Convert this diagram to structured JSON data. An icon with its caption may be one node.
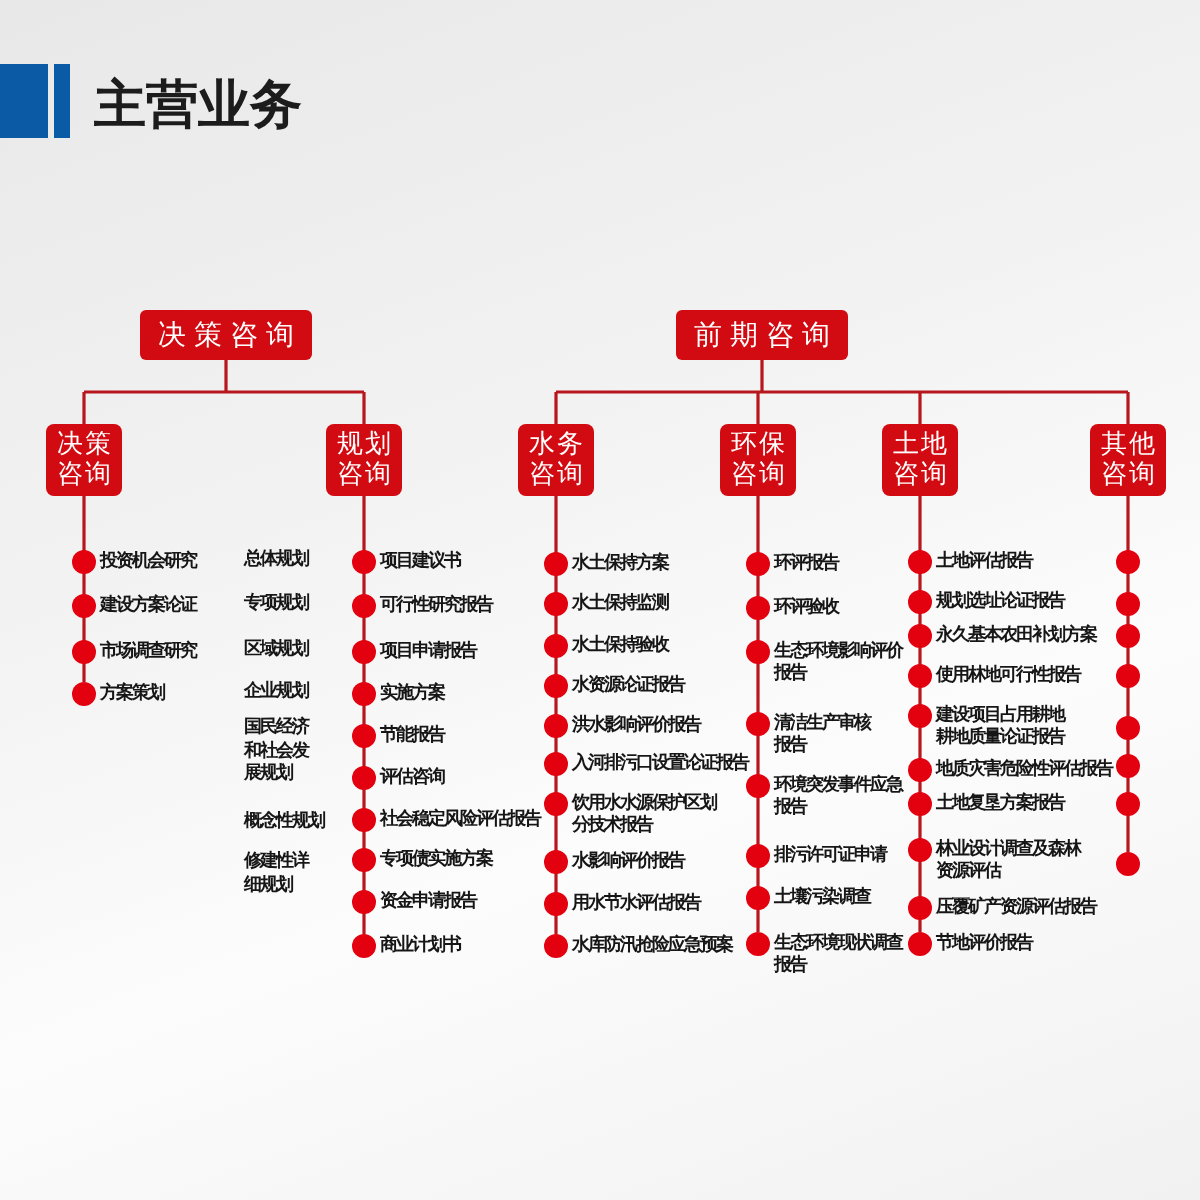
{
  "diagram": {
    "title": "主营业务",
    "nodes": [
      {
        "text": [
          "决策咨询"
        ]
      },
      {
        "text": [
          "前期咨询"
        ]
      },
      {
        "text": [
          "决策咨询"
        ]
      },
      {
        "text": [
          "规划咨询"
        ]
      },
      {
        "text": [
          "水务咨询"
        ]
      },
      {
        "text": [
          "环保咨询"
        ]
      },
      {
        "text": [
          "土地咨询"
        ]
      },
      {
        "text": [
          "其他咨询"
        ]
      },
      {
        "text": [
          "投资机会研究"
        ]
      },
      {
        "text": [
          "建设方案论证"
        ]
      },
      {
        "text": [
          "市场调查研究"
        ]
      },
      {
        "text": [
          "方案策划"
        ]
      },
      {
        "text": [
          "项目建议书"
        ]
      },
      {
        "text": [
          "可行性研究报告"
        ]
      },
      {
        "text": [
          "项目申请报告"
        ]
      },
      {
        "text": [
          "实施方案"
        ]
      },
      {
        "text": [
          "节能报告"
        ]
      },
      {
        "text": [
          "评估咨询"
        ]
      },
      {
        "text": [
          "社会稳定风险评估报告"
        ]
      },
      {
        "text": [
          "专项债实施方案"
        ]
      },
      {
        "text": [
          "资金申请报告"
        ]
      },
      {
        "text": [
          "商业计划书"
        ]
      },
      {
        "text": [
          "水土保持方案"
        ]
      },
      {
        "text": [
          "水土保持监测"
        ]
      },
      {
        "text": [
          "水土保持验收"
        ]
      },
      {
        "text": [
          "水资源论证报告"
        ]
      },
      {
        "text": [
          "洪水影响评价报告"
        ]
      },
      {
        "text": [
          "入河排污口设置论证报告"
        ]
      },
      {
        "text": [
          "饮用水水源保护区划分技术报告"
        ]
      },
      {
        "text": [
          "水影响评价报告"
        ]
      },
      {
        "text": [
          "用水节水评估报告"
        ]
      },
      {
        "text": [
          "水库防汛抢险应急预案"
        ]
      },
      {
        "text": [
          "环评报告"
        ]
      },
      {
        "text": [
          "环评验收"
        ]
      },
      {
        "text": [
          "生态环境影响评价报告"
        ]
      },
      {
        "text": [
          "清洁生产审核报告"
        ]
      },
      {
        "text": [
          "环境突发事件应急报告"
        ]
      },
      {
        "text": [
          "排污许可证申请"
        ]
      },
      {
        "text": [
          "土壤污染调查"
        ]
      },
      {
        "text": [
          "生态环境现状调查报告"
        ]
      },
      {
        "text": [
          "土地评估报告"
        ]
      },
      {
        "text": [
          "规划选址论证报告"
        ]
      },
      {
        "text": [
          "永久基本农田补划方案"
        ]
      },
      {
        "text": [
          "使用林地可行性报告"
        ]
      },
      {
        "text": [
          "建设项目占用耕地耕地质量论证报告"
        ]
      },
      {
        "text": [
          "地质灾害危险性评估报告"
        ]
      },
      {
        "text": [
          "土地复垦方案报告"
        ]
      },
      {
        "text": [
          "林业设计调查及森林资源评估"
        ]
      },
      {
        "text": [
          "压覆矿产资源评估报告"
        ]
      },
      {
        "text": [
          "节地评价报告"
        ]
      },
      {
        "text": [],
        "shape": "circle"
      },
      {
        "text": [],
        "shape": "circle"
      },
      {
        "text": [],
        "shape": "circle"
      },
      {
        "text": [],
        "shape": "circle"
      },
      {
        "text": [],
        "shape": "circle"
      },
      {
        "text": [],
        "shape": "circle"
      },
      {
        "text": [],
        "shape": "circle"
      },
      {
        "text": [],
        "shape": "circle"
      }
    ],
    "edges": [
      {
        "from": 0,
        "to": 2,
        "arrow": "none"
      },
      {
        "from": 0,
        "to": 3,
        "arrow": "none"
      },
      {
        "from": 1,
        "to": 4,
        "arrow": "none"
      },
      {
        "from": 1,
        "to": 5,
        "arrow": "none"
      },
      {
        "from": 1,
        "to": 6,
        "arrow": "none"
      },
      {
        "from": 1,
        "to": 7,
        "arrow": "none"
      },
      {
        "from": 2,
        "to": 8,
        "arrow": "none"
      },
      {
        "from": 2,
        "to": 9,
        "arrow": "none"
      },
      {
        "from": 2,
        "to": 10,
        "arrow": "none"
      },
      {
        "from": 2,
        "to": 11,
        "arrow": "none"
      },
      {
        "from": 3,
        "to": 12,
        "arrow": "none"
      },
      {
        "from": 3,
        "to": 13,
        "arrow": "none"
      },
      {
        "from": 3,
        "to": 14,
        "arrow": "none"
      },
      {
        "from": 3,
        "to": 15,
        "arrow": "none"
      },
      {
        "from": 3,
        "to": 16,
        "arrow": "none"
      },
      {
        "from": 3,
        "to": 17,
        "arrow": "none"
      },
      {
        "from": 3,
        "to": 18,
        "arrow": "none"
      },
      {
        "from": 3,
        "to": 19,
        "arrow": "none"
      },
      {
        "from": 3,
        "to": 20,
        "arrow": "none"
      },
      {
        "from": 3,
        "to": 21,
        "arrow": "none"
      },
      {
        "from": 4,
        "to": 22,
        "arrow": "none"
      },
      {
        "from": 4,
        "to": 23,
        "arrow": "none"
      },
      {
        "from": 4,
        "to": 24,
        "arrow": "none"
      },
      {
        "from": 4,
        "to": 25,
        "arrow": "none"
      },
      {
        "from": 4,
        "to": 26,
        "arrow": "none"
      },
      {
        "from": 4,
        "to": 27,
        "arrow": "none"
      },
      {
        "from": 4,
        "to": 28,
        "arrow": "none"
      },
      {
        "from": 4,
        "to": 29,
        "arrow": "none"
      },
      {
        "from": 4,
        "to": 30,
        "arrow": "none"
      },
      {
        "from": 4,
        "to": 31,
        "arrow": "none"
      },
      {
        "from": 5,
        "to": 32,
        "arrow": "none"
      },
      {
        "from": 5,
        "to": 33,
        "arrow": "none"
      },
      {
        "from": 5,
        "to": 34,
        "arrow": "none"
      },
      {
        "from": 5,
        "to": 35,
        "arrow": "none"
      },
      {
        "from": 5,
        "to": 36,
        "arrow": "none"
      },
      {
        "from": 5,
        "to": 37,
        "arrow": "none"
      },
      {
        "from": 5,
        "to": 38,
        "arrow": "none"
      },
      {
        "from": 5,
        "to": 39,
        "arrow": "none"
      },
      {
        "from": 6,
        "to": 40,
        "arrow": "none"
      },
      {
        "from": 6,
        "to": 41,
        "arrow": "none"
      },
      {
        "from": 6,
        "to": 42,
        "arrow": "none"
      },
      {
        "from": 6,
        "to": 43,
        "arrow": "none"
      },
      {
        "from": 6,
        "to": 44,
        "arrow": "none"
      },
      {
        "from": 6,
        "to": 45,
        "arrow": "none"
      },
      {
        "from": 6,
        "to": 46,
        "arrow": "none"
      },
      {
        "from": 6,
        "to": 47,
        "arrow": "none"
      },
      {
        "from": 6,
        "to": 48,
        "arrow": "none"
      },
      {
        "from": 6,
        "to": 49,
        "arrow": "none"
      },
      {
        "from": 7,
        "to": 50,
        "arrow": "none"
      },
      {
        "from": 7,
        "to": 51,
        "arrow": "none"
      },
      {
        "from": 7,
        "to": 52,
        "arrow": "none"
      },
      {
        "from": 7,
        "to": 53,
        "arrow": "none"
      },
      {
        "from": 7,
        "to": 54,
        "arrow": "none"
      },
      {
        "from": 7,
        "to": 55,
        "arrow": "none"
      },
      {
        "from": 7,
        "to": 56,
        "arrow": "none"
      },
      {
        "from": 7,
        "to": 57,
        "arrow": "none"
      }
    ],
    "labels": [
      "总体规划",
      "专项规划",
      "区域规划",
      "企业规划",
      "国民经济和社会发展规划",
      "概念性规划",
      "修建性详细规划"
    ]
  }
}
